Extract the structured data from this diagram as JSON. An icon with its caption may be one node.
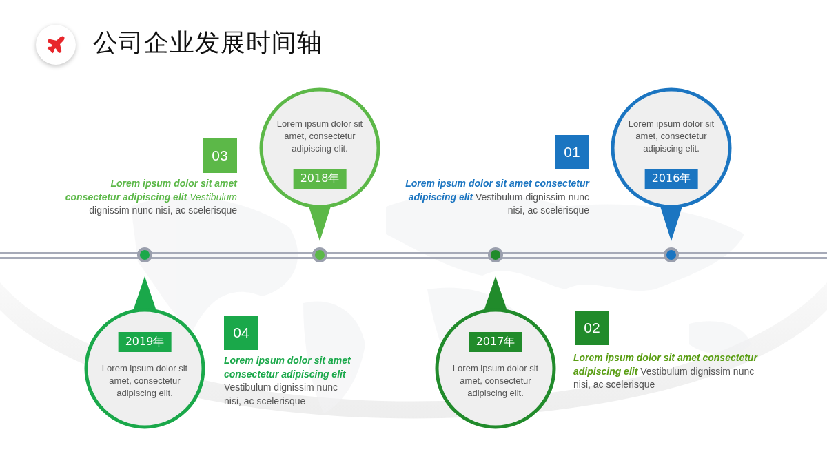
{
  "diagram": {
    "title": "公司企业发展时间轴",
    "nodes": [
      {
        "text": [
          "Lorem ipsum dolor sit amet, consectetur adipiscing elit.",
          "2018年"
        ]
      },
      {
        "text": [
          "03"
        ],
        "beside": [
          "**Lorem ipsum dolor sit amet consectetur adipiscing elit** *Vestibulum* dignissim nunc nisi, ac scelerisque"
        ]
      },
      {
        "text": [
          "01"
        ],
        "beside": [
          "**Lorem ipsum dolor sit amet consectetur adipiscing elit** Vestibulum dignissim nunc nisi, ac scelerisque"
        ]
      },
      {
        "text": [
          "Lorem ipsum dolor sit amet, consectetur adipiscing elit.",
          "2016年"
        ]
      },
      {
        "text": [
          "2019年",
          "Lorem ipsum dolor sit amet, consectetur adipiscing elit."
        ]
      },
      {
        "text": [
          "04"
        ],
        "beside": [
          "**Lorem ipsum dolor sit amet consectetur adipiscing elit** Vestibulum dignissim nunc nisi, ac scelerisque"
        ]
      },
      {
        "text": [
          "2017年",
          "Lorem ipsum dolor sit amet, consectetur adipiscing elit."
        ]
      },
      {
        "text": [
          "02"
        ],
        "beside": [
          "**Lorem ipsum dolor sit amet consectetur adipiscing elit** Vestibulum dignissim nunc nisi, ac scelerisque"
        ]
      }
    ]
  }
}
